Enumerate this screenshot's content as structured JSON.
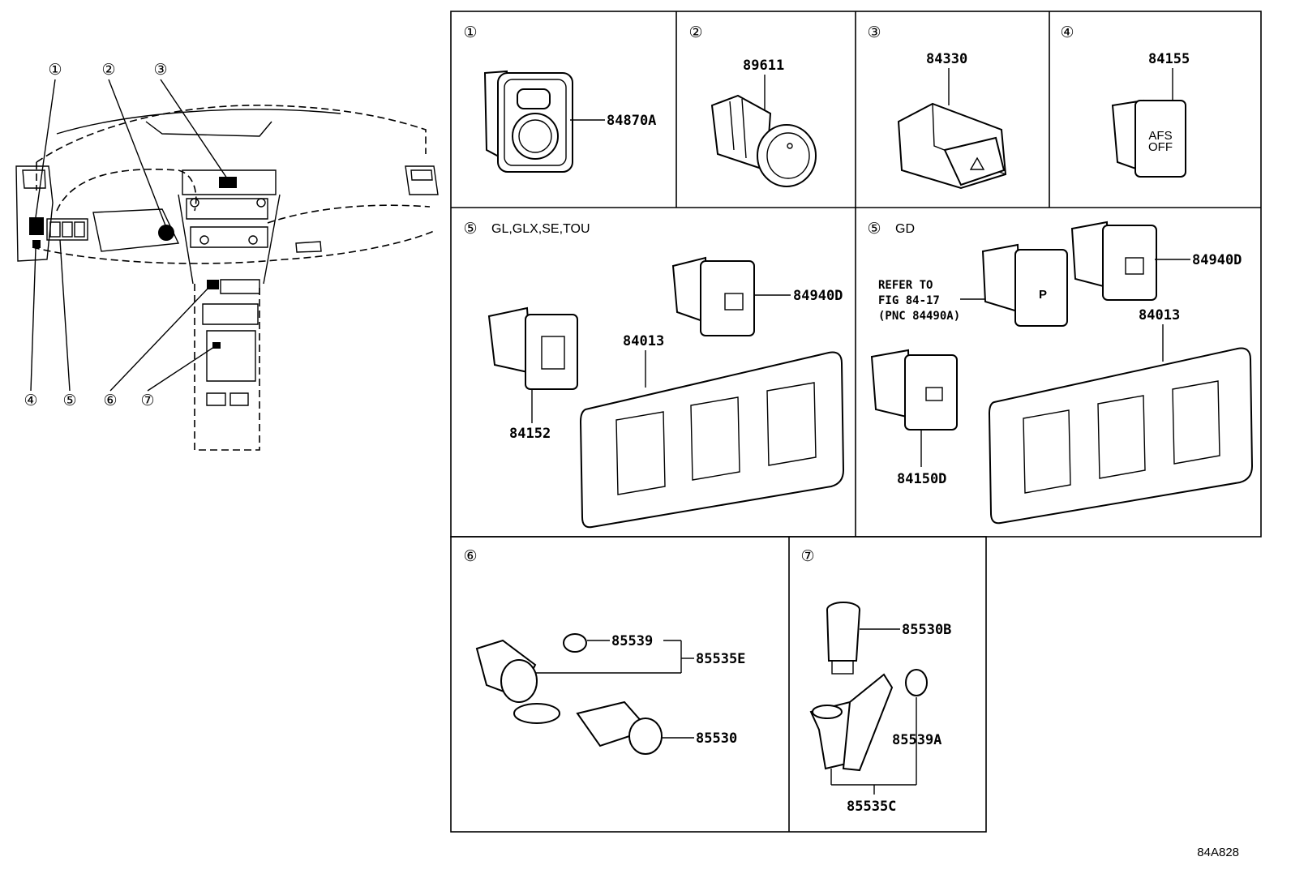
{
  "callouts": {
    "c1": "①",
    "c2": "②",
    "c3": "③",
    "c4": "④",
    "c5": "⑤",
    "c6": "⑥",
    "c7": "⑦"
  },
  "panels": {
    "p1": {
      "number": "①",
      "part": "84870A"
    },
    "p2": {
      "number": "②",
      "part": "89611"
    },
    "p3": {
      "number": "③",
      "part": "84330"
    },
    "p4": {
      "number": "④",
      "part": "84155",
      "switch_text": [
        "AFS",
        "OFF"
      ]
    },
    "p5a": {
      "number": "⑤",
      "variant": "GL,GLX,SE,TOU",
      "parts": {
        "heater_switch": "84940D",
        "panel": "84013",
        "mirror_switch": "84152"
      }
    },
    "p5b": {
      "number": "⑤",
      "variant": "GD",
      "note": [
        "REFER TO",
        "FIG 84-17",
        "(PNC 84490A)"
      ],
      "parts": {
        "heater_switch": "84940D",
        "panel": "84013",
        "fog_switch": "84150D"
      }
    },
    "p6": {
      "number": "⑥",
      "parts": {
        "cap": "85539",
        "assy": "85535E",
        "socket": "85530"
      }
    },
    "p7": {
      "number": "⑦",
      "parts": {
        "socket": "85530B",
        "cap": "85539A",
        "assy": "85535C"
      }
    }
  },
  "figure_code": "84A828"
}
